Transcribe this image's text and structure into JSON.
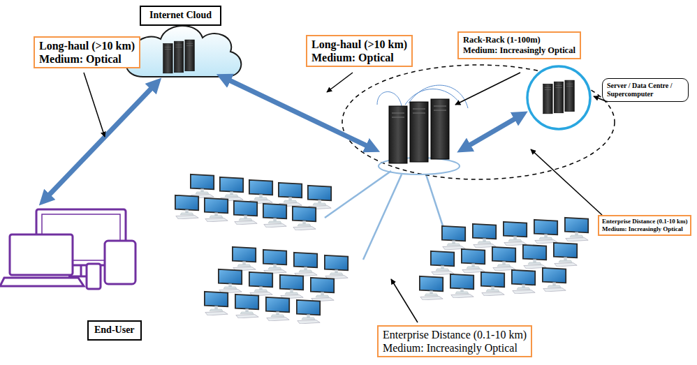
{
  "diagram": {
    "nodes": [
      {
        "text": [
          "Internet Cloud"
        ]
      },
      {
        "text": [
          "Long-haul (>10 km)",
          "Medium: Optical"
        ]
      },
      {
        "text": [
          "Long-haul (>10 km)",
          "Medium: Optical"
        ]
      },
      {
        "text": [
          "Rack-Rack (1-100m)",
          "Medium: Increasingly Optical"
        ]
      },
      {
        "text": [
          "Server / Data Centre / Supercomputer"
        ]
      },
      {
        "text": [
          "Enterprise Distance (0.1-10 km)",
          "Medium: Increasingly Optical"
        ]
      },
      {
        "text": [
          "End-User"
        ]
      },
      {
        "text": [
          "Enterprise Distance (0.1-10 km)",
          "Medium: Increasingly Optical"
        ]
      }
    ]
  }
}
